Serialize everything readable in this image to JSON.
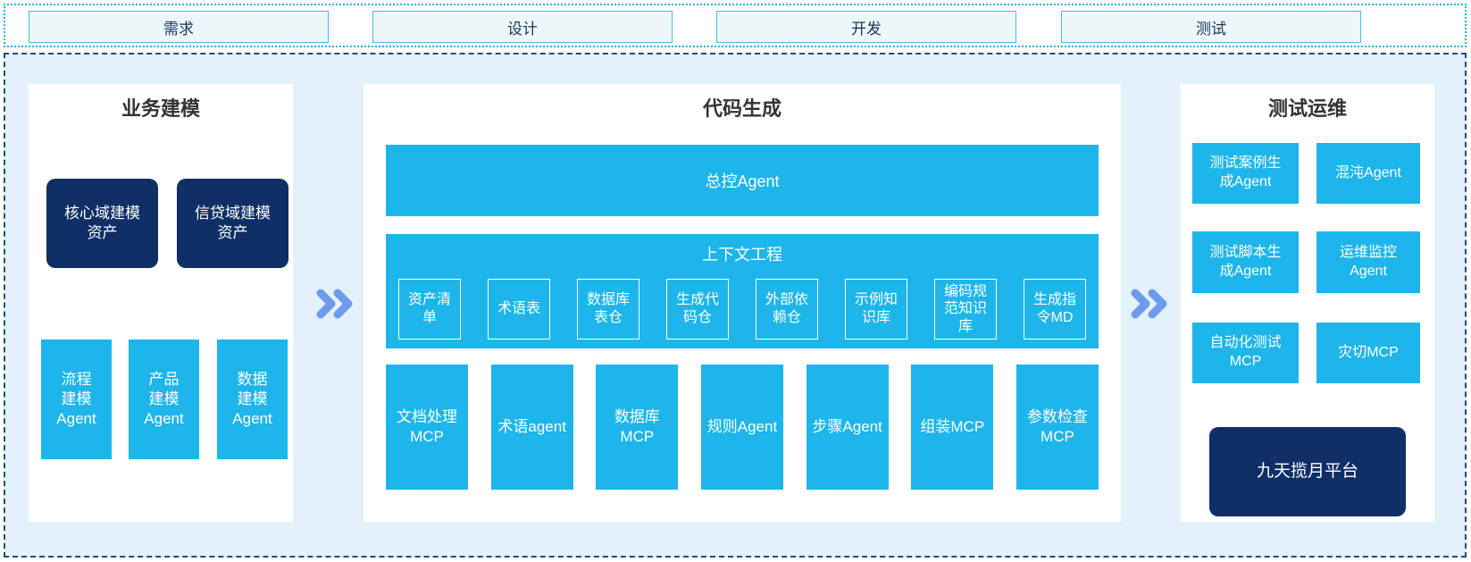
{
  "colors": {
    "cyan": "#1db5ea",
    "navy": "#0f2f66",
    "container_bg": "#e3f1fb",
    "phase_border": "#4cbcd9",
    "dashed_border": "#1f4e79",
    "chevron": "#6d9bed"
  },
  "phases": {
    "items": [
      {
        "label": "需求"
      },
      {
        "label": "设计"
      },
      {
        "label": "开发"
      },
      {
        "label": "测试"
      }
    ]
  },
  "panels": {
    "business_modeling": {
      "title": "业务建模",
      "dark_boxes": [
        "核心域建模\n资产",
        "信贷域建模\n资产"
      ],
      "agent_boxes": [
        "流程\n建模\nAgent",
        "产品\n建模\nAgent",
        "数据\n建模\nAgent"
      ]
    },
    "code_generation": {
      "title": "代码生成",
      "master_agent": "总控Agent",
      "context_engineering": {
        "title": "上下文工程",
        "items": [
          "资产清\n单",
          "术语表",
          "数据库\n表仓",
          "生成代\n码仓",
          "外部依\n赖仓",
          "示例知\n识库",
          "编码规\n范知识\n库",
          "生成指\n令MD"
        ]
      },
      "bottom_boxes": [
        "文档处理\nMCP",
        "术语agent",
        "数据库\nMCP",
        "规则Agent",
        "步骤Agent",
        "组装MCP",
        "参数检查\nMCP"
      ]
    },
    "test_ops": {
      "title": "测试运维",
      "grid_boxes": [
        "测试案例生\n成Agent",
        "混沌Agent",
        "测试脚本生\n成Agent",
        "运维监控\nAgent",
        "自动化测试\nMCP",
        "灾切MCP"
      ],
      "platform_box": "九天揽月平台"
    }
  }
}
